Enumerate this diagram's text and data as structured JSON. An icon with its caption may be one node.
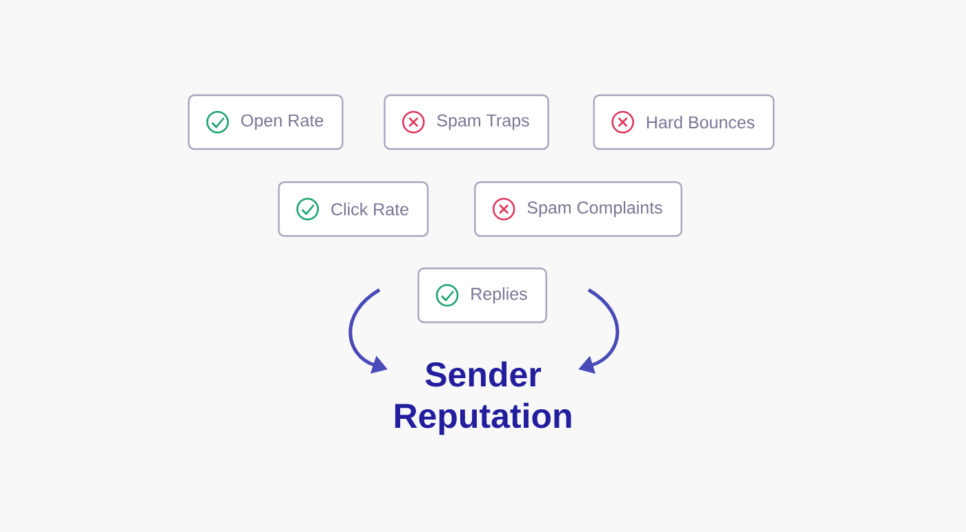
{
  "diagram": {
    "nodes": [
      {
        "text": [
          "Open Rate"
        ]
      },
      {
        "text": [
          "Spam Traps"
        ]
      },
      {
        "text": [
          "Hard Bounces"
        ]
      },
      {
        "text": [
          "Click Rate"
        ]
      },
      {
        "text": [
          "Spam Complaints"
        ]
      },
      {
        "text": [
          "Replies"
        ]
      },
      {
        "text": [
          "Sender Reputation"
        ]
      }
    ],
    "edges": [
      {
        "from": null,
        "to": 6,
        "arrow": "to"
      },
      {
        "from": null,
        "to": 6,
        "arrow": "to"
      }
    ]
  }
}
